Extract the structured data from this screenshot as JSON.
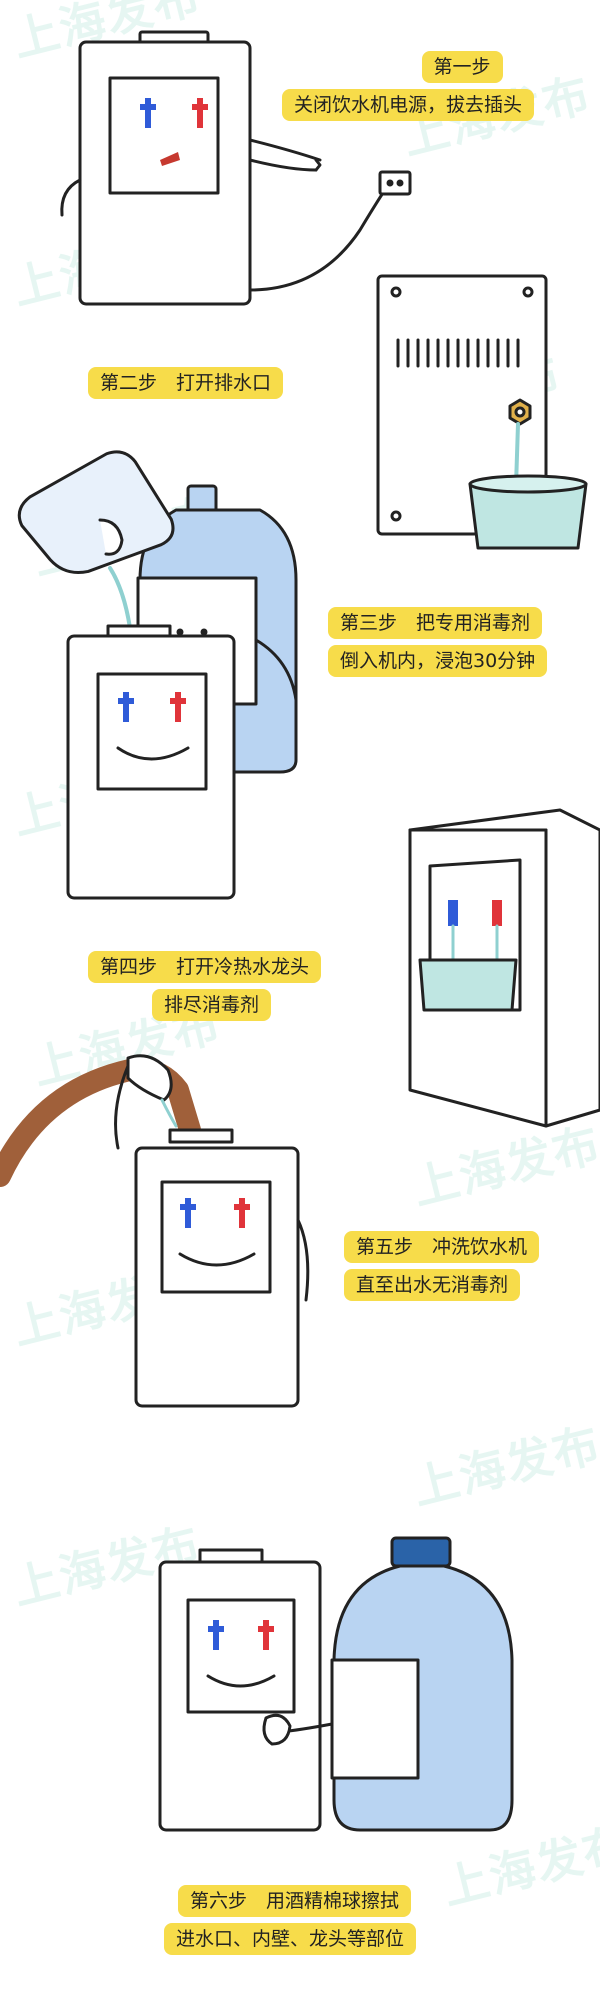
{
  "watermark": "上海发布",
  "steps": [
    {
      "lines": [
        "第一步",
        "关闭饮水机电源，拔去插头"
      ]
    },
    {
      "lines": [
        "第二步　打开排水口"
      ]
    },
    {
      "lines": [
        "第三步　把专用消毒剂",
        "倒入机内，浸泡30分钟"
      ]
    },
    {
      "lines": [
        "第四步　打开冷热水龙头",
        "排尽消毒剂"
      ]
    },
    {
      "lines": [
        "第五步　冲洗饮水机",
        "直至出水无消毒剂"
      ]
    },
    {
      "lines": [
        "第六步　用酒精棉球擦拭",
        "进水口、内壁、龙头等部位"
      ]
    }
  ],
  "colors": {
    "highlight": "#f7dc4a",
    "cold_tap": "#2f5bd8",
    "hot_tap": "#e0343a",
    "bottle": "#b9d4f2",
    "basin": "#bfe6e2",
    "hose": "#a0603a",
    "watermark": "#c9ece3"
  }
}
